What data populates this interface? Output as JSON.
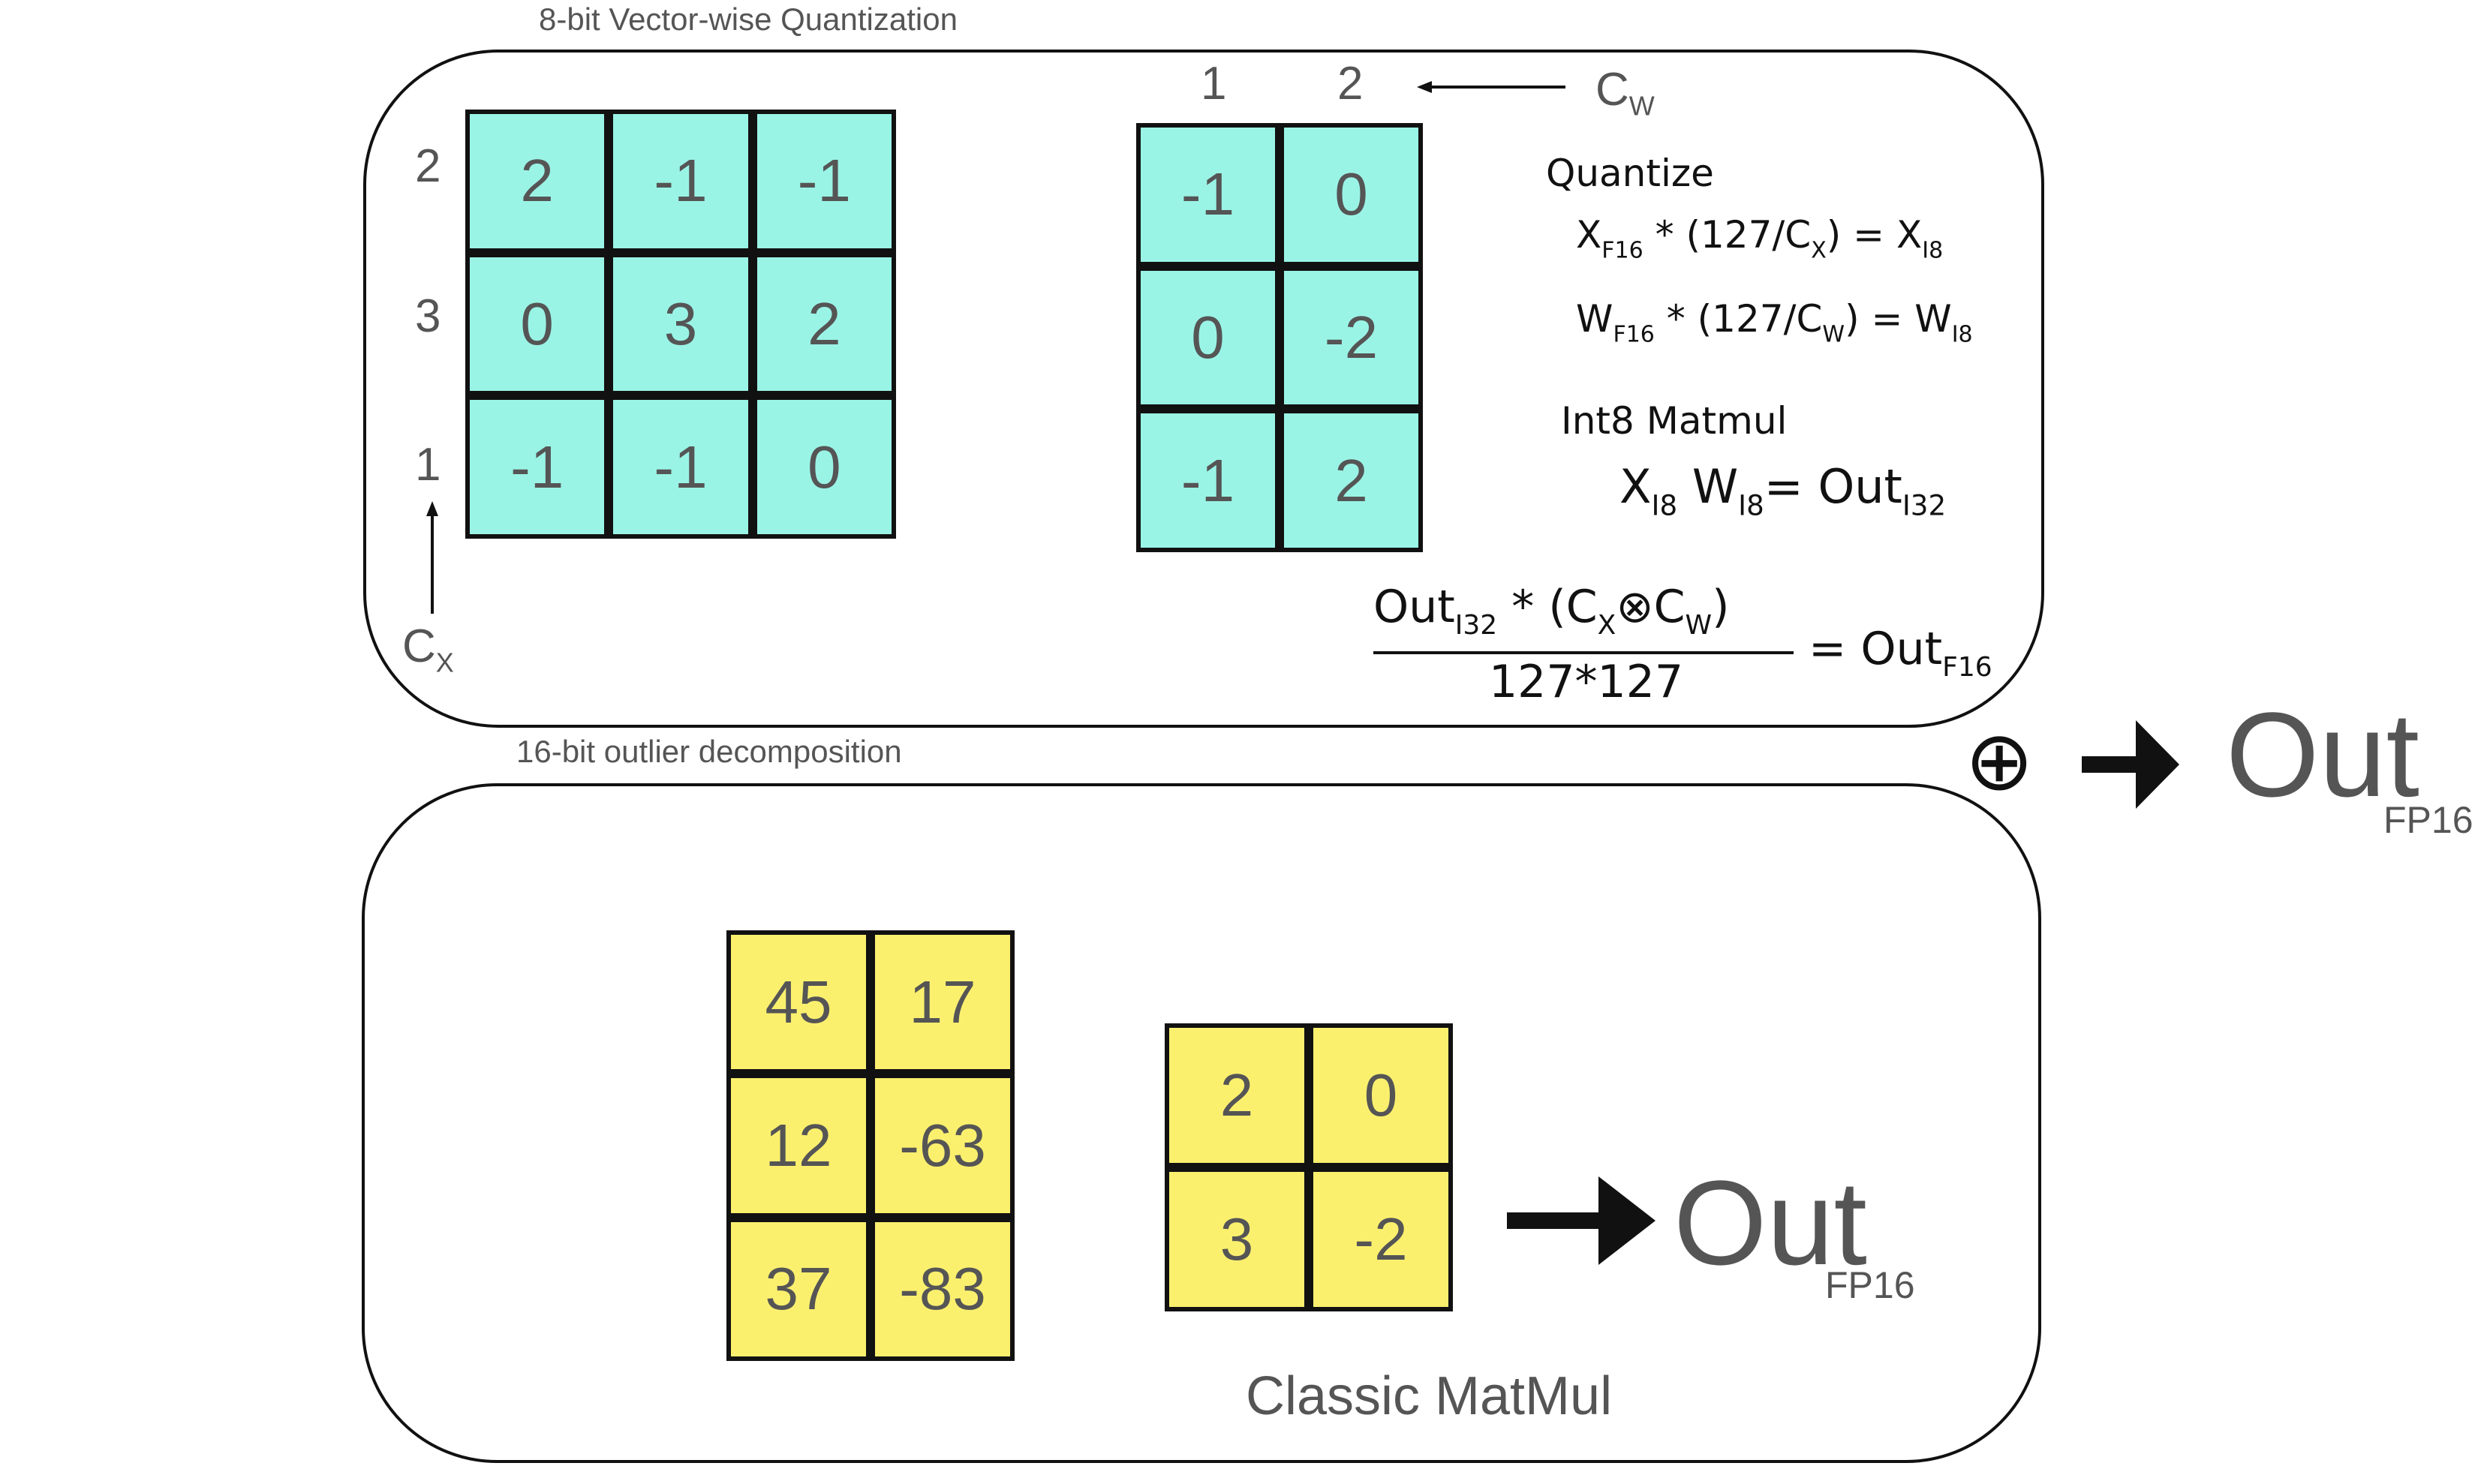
{
  "top_section": {
    "label": "8-bit Vector-wise Quantization",
    "x_matrix": {
      "values": [
        [
          "2",
          "-1",
          "-1"
        ],
        [
          "0",
          "3",
          "2"
        ],
        [
          "-1",
          "-1",
          "0"
        ]
      ],
      "row_scales": [
        "2",
        "3",
        "1"
      ],
      "scale_label": "C",
      "scale_sub": "X"
    },
    "w_matrix": {
      "values": [
        [
          "-1",
          "0"
        ],
        [
          "0",
          "-2"
        ],
        [
          "-1",
          "2"
        ]
      ],
      "col_scales": [
        "1",
        "2"
      ],
      "scale_label": "C",
      "scale_sub": "W"
    },
    "quantize_title": "Quantize",
    "eq_x": {
      "a": "X",
      "a_sub": "F16",
      "mid": " * (127/C",
      "mid_sub": "X",
      "end": ") = X",
      "end_sub": "I8"
    },
    "eq_w": {
      "a": "W",
      "a_sub": "F16",
      "mid": " * (127/C",
      "mid_sub": "W",
      "end": ") = W",
      "end_sub": "I8"
    },
    "matmul_title": "Int8 Matmul",
    "eq_mm": {
      "a": "X",
      "a_sub": "I8",
      "b": " W",
      "b_sub": "I8",
      "end": "= Out",
      "end_sub": "I32"
    },
    "eq_deq": {
      "num_a": "Out",
      "num_a_sub": "I32",
      "num_b": " *  (C",
      "num_b_sub": "X",
      "otimes": "⊗",
      "num_c": "C",
      "num_c_sub": "W",
      "num_d": ")",
      "den": "127*127",
      "rhs": "= Out",
      "rhs_sub": "F16"
    }
  },
  "bottom_section": {
    "label": "16-bit outlier decomposition",
    "x_matrix": {
      "values": [
        [
          "45",
          "17"
        ],
        [
          "12",
          "-63"
        ],
        [
          "37",
          "-83"
        ]
      ]
    },
    "w_matrix": {
      "values": [
        [
          "2",
          "0"
        ],
        [
          "3",
          "-2"
        ]
      ]
    },
    "out_main": "Out",
    "out_sub": "FP16",
    "caption": "Classic MatMul"
  },
  "combine": {
    "plus_symbol": "⊕",
    "out_main": "Out",
    "out_sub": "FP16"
  },
  "colors": {
    "cyan_cell": "#9af4e6",
    "yellow_cell": "#fbf06e",
    "outline": "#111111",
    "text_gray": "#555555"
  }
}
